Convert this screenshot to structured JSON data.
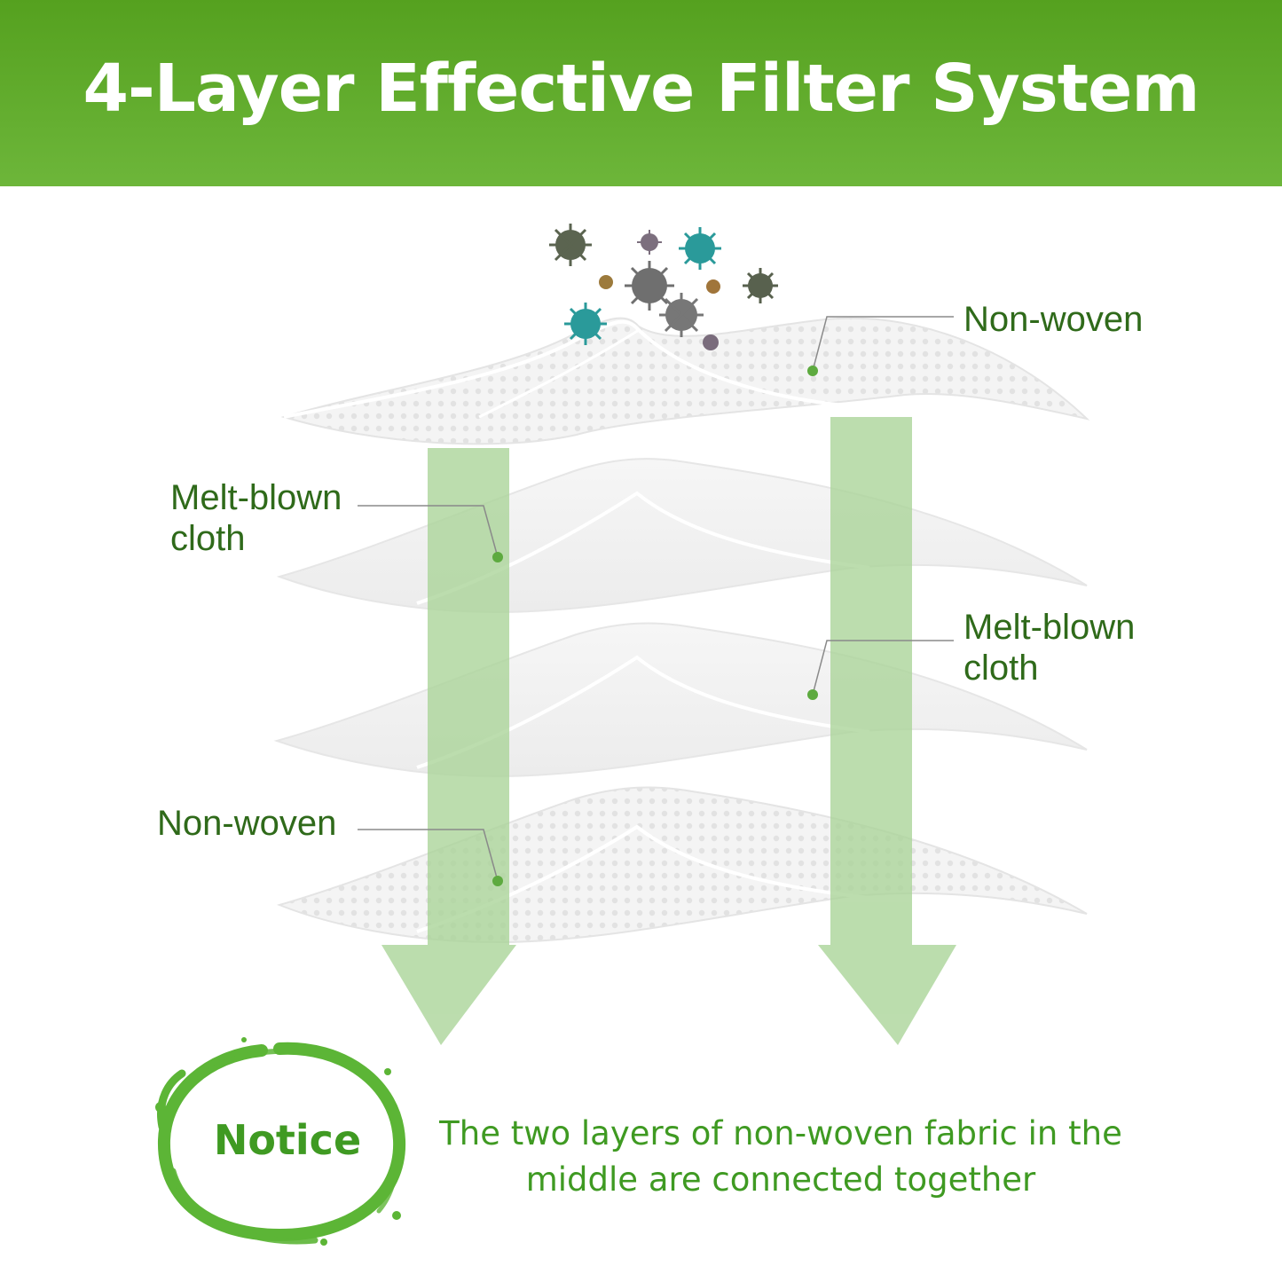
{
  "header": {
    "title": "4-Layer Effective Filter System"
  },
  "layers": {
    "layer1_label": "Non-woven",
    "layer2_label_line1": "Melt-blown",
    "layer2_label_line2": "cloth",
    "layer3_label_line1": "Melt-blown",
    "layer3_label_line2": "cloth",
    "layer4_label": "Non-woven"
  },
  "notice": {
    "badge": "Notice",
    "text_line1": "The two layers of non-woven fabric in the",
    "text_line2": "middle are connected together"
  },
  "colors": {
    "header_green": "#5aa526",
    "label_text": "#2f6a1a",
    "notice_green": "#3f9a22",
    "arrow_green": "#a9d497",
    "leader_dot": "#5daa3f"
  },
  "icons": [
    "virus-icon",
    "down-arrow-icon",
    "notice-brush-circle-icon"
  ]
}
